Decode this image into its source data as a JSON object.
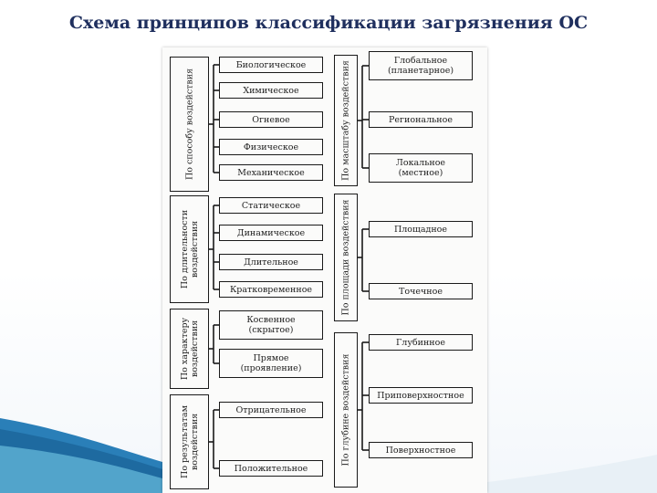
{
  "title": "Схема принципов классификации загрязнения ОС",
  "left_column": [
    {
      "label": "По способу воздействия",
      "items": [
        "Биологическое",
        "Химическое",
        "Огневое",
        "Физическое",
        "Механическое"
      ]
    },
    {
      "label": "По длительности\nвоздействия",
      "items": [
        "Статическое",
        "Динамическое",
        "Длительное",
        "Кратковременное"
      ]
    },
    {
      "label": "По характеру\nвоздействия",
      "items": [
        "Косвенное\n(скрытое)",
        "Прямое\n(проявление)"
      ]
    },
    {
      "label": "По результатам\nвоздействия",
      "items": [
        "Отрицательное",
        "Положительное"
      ]
    }
  ],
  "right_column": [
    {
      "label": "По масштабу воздействия",
      "items": [
        "Глобальное\n(планетарное)",
        "Региональное",
        "Локальное\n(местное)"
      ]
    },
    {
      "label": "По площади воздействия",
      "items": [
        "Площадное",
        "Точечное"
      ]
    },
    {
      "label": "По глубине воздействия",
      "items": [
        "Глубинное",
        "Приповерхностное",
        "Поверхностное"
      ]
    }
  ]
}
